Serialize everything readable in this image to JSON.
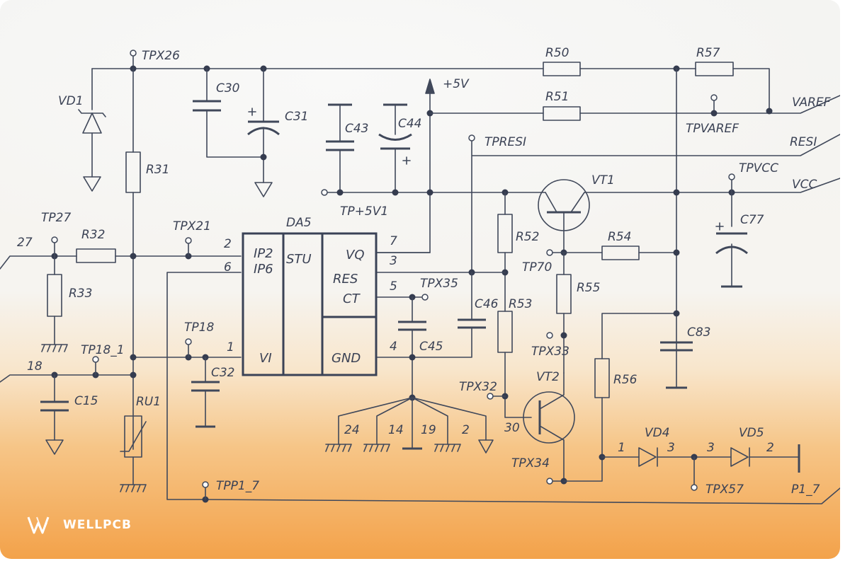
{
  "diagram": {
    "labels": {
      "tpx26": "TPX26",
      "vd1": "VD1",
      "c30": "C30",
      "c31": "C31",
      "r31": "R31",
      "r50": "R50",
      "r57": "R57",
      "r51": "R51",
      "p5v": "+5V",
      "varef": "VAREF",
      "tpvaref": "TPVAREF",
      "c43": "C43",
      "c44": "C44",
      "tpresi": "TPRESI",
      "resi": "RESI",
      "tpvcc": "TPVCC",
      "vcc": "VCC",
      "vt1": "VT1",
      "tp5v1": "TP+5V1",
      "c77": "C77",
      "tp27": "TP27",
      "r32": "R32",
      "tpx21": "TPX21",
      "da5": "DA5",
      "r52": "R52",
      "r54": "R54",
      "n27": "27",
      "r33": "R33",
      "tp70": "TP70",
      "r55": "R55",
      "tpx35": "TPX35",
      "c46": "C46",
      "r53": "R53",
      "c83": "C83",
      "tp18": "TP18",
      "tp18_1": "TP18_1",
      "c45": "C45",
      "tpx33": "TPX33",
      "n18": "18",
      "c32": "C32",
      "vt2": "VT2",
      "r56": "R56",
      "c15": "C15",
      "ru1": "RU1",
      "tpx32": "TPX32",
      "n30": "30",
      "vd4": "VD4",
      "vd5": "VD5",
      "g24": "24",
      "g14": "14",
      "g19": "19",
      "g2": "2",
      "tpx34": "TPX34",
      "tpp1_7": "TPP1_7",
      "tpx57": "TPX57",
      "p1_7": "P1_7",
      "vd4_1": "1",
      "vd4_3": "3",
      "vd5_3": "3",
      "vd5_2": "2"
    },
    "chip": {
      "pins": {
        "p2": "2",
        "p6": "6",
        "p1": "1",
        "p7": "7",
        "p3": "3",
        "p5": "5",
        "p4": "4"
      },
      "ip2": "IP2",
      "ip6": "IP6",
      "vi": "VI",
      "stu": "STU",
      "vq": "VQ",
      "res": "RES",
      "ct": "CT",
      "gnd": "GND"
    }
  },
  "brand": {
    "logo_text": "WELLPCB"
  }
}
